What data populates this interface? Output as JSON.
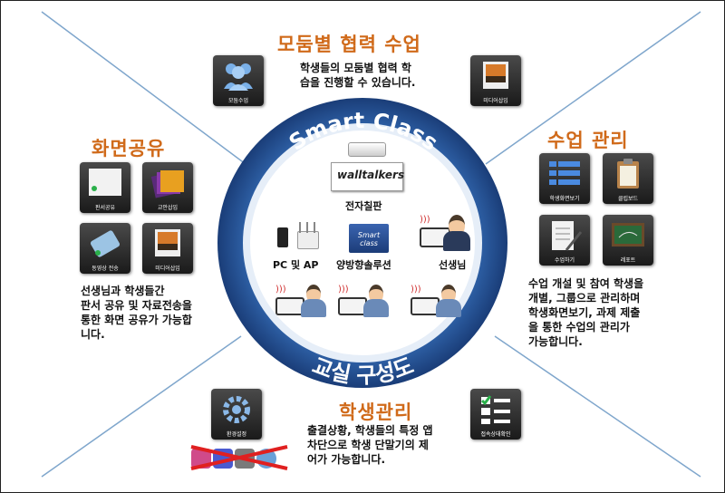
{
  "center": {
    "ring_top_title": "Smart Class",
    "ring_bottom_title": "교실 구성도",
    "board_logo": "walltalkers",
    "board_label": "전자칠판",
    "pc_label": "PC 및 AP",
    "solution_logo": "Smart class",
    "solution_label": "양방향솔루션",
    "teacher_label": "선생님"
  },
  "sections": {
    "group": {
      "title": "모둠별 협력 수업",
      "desc": "학생들의 모둠별 협력 학\n습을 진행할 수 있습니다.",
      "icons": [
        "모둠수업",
        "미디어삽입"
      ]
    },
    "screen": {
      "title": "화면공유",
      "desc": "선생님과 학생들간\n판서 공유 및 자료전송을\n통한 화면 공유가 가능합\n니다.",
      "icons": [
        "판서공유",
        "교안삽입",
        "동영상 전송",
        "미디어삽입"
      ]
    },
    "manage": {
      "title": "수업 관리",
      "desc": "수업 개설 및 참여 학생을\n개별, 그룹으로 관리하며\n학생화면보기, 과제 제출\n을 통한 수업의 관리가\n가능합니다.",
      "icons": [
        "학생화면보기",
        "클립보드",
        "수업하기",
        "레포트"
      ]
    },
    "student": {
      "title": "학생관리",
      "desc": "출결상황, 학생들의 특정 앱\n차단으로 학생 단말기의 제\n어가 가능합니다.",
      "icons": [
        "환경설정",
        "접속상태확인"
      ]
    }
  },
  "colors": {
    "title": "#d06a1a",
    "ring": "#2a5a9a",
    "tile": "#2a2a2a"
  }
}
